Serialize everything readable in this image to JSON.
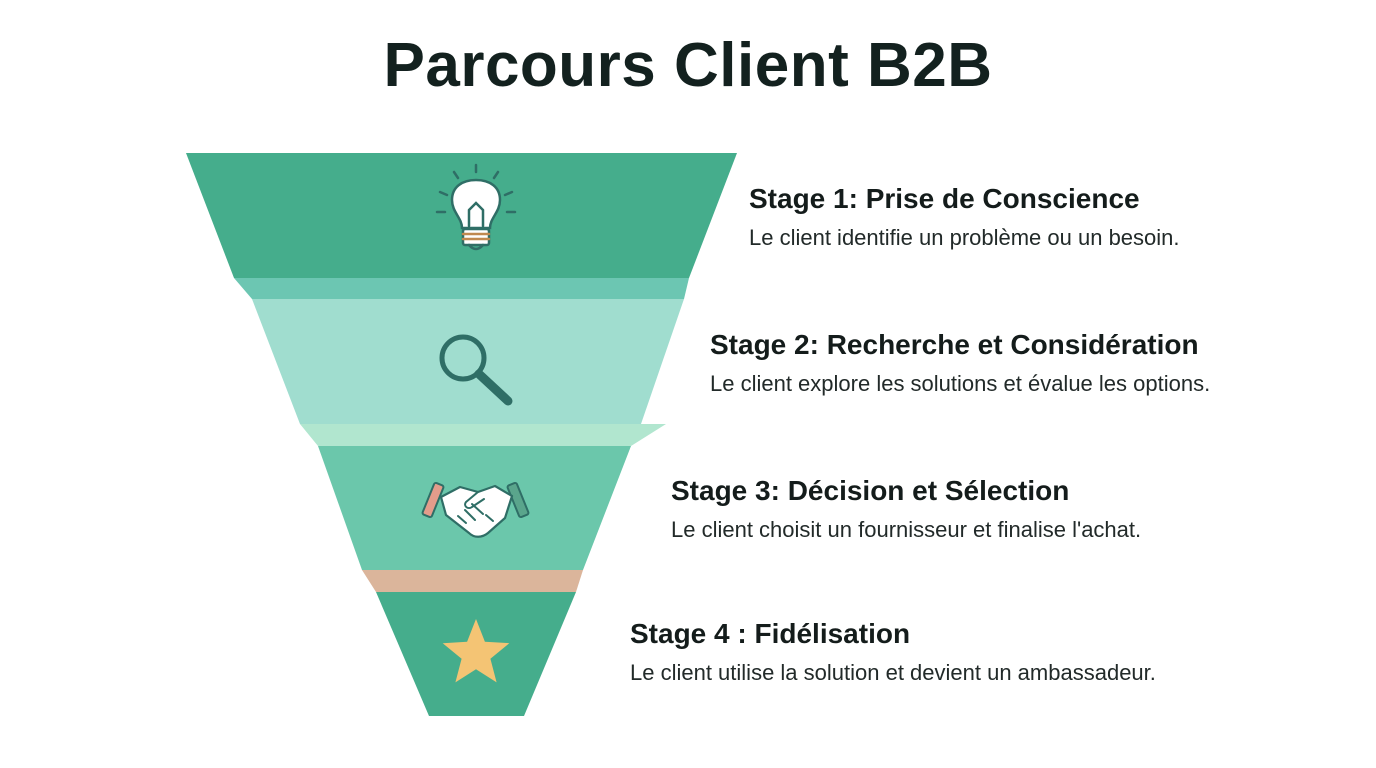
{
  "title": "Parcours Client B2B",
  "colors": {
    "stage1": "#45ad8c",
    "stage2": "#a0ddcf",
    "stage3": "#6bc7ab",
    "stage4": "#45ad8c",
    "connector1": "#6cc6b2",
    "connector2": "#b1e6cf",
    "connector3": "#dbb59b",
    "icon_stroke": "#2f6e66",
    "star": "#f4c474"
  },
  "stages": [
    {
      "title": "Stage 1: Prise de Conscience",
      "description": "Le client identifie un problème ou un besoin.",
      "icon": "lightbulb-icon"
    },
    {
      "title": "Stage 2: Recherche et Considération",
      "description": "Le client explore les solutions et évalue les options.",
      "icon": "magnifier-icon"
    },
    {
      "title": "Stage 3: Décision et Sélection",
      "description": "Le client choisit un fournisseur et finalise l'achat.",
      "icon": "handshake-icon"
    },
    {
      "title": "Stage 4 : Fidélisation",
      "description": "Le client utilise la solution et devient un ambassadeur.",
      "icon": "star-icon"
    }
  ]
}
